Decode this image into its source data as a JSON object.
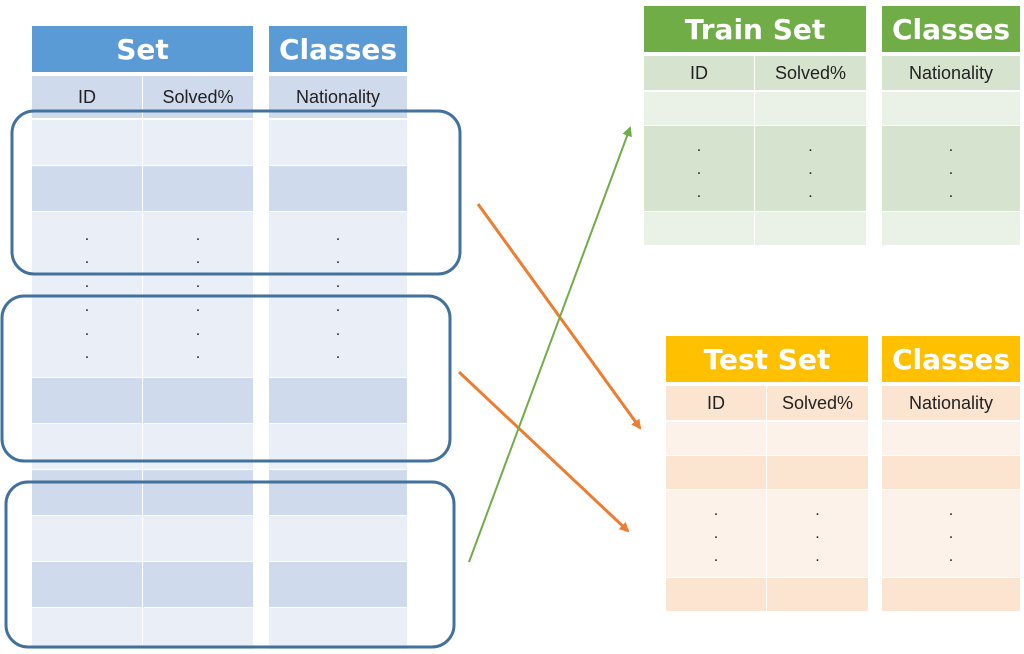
{
  "set_table": {
    "header": "Set",
    "columns": [
      "ID",
      "Solved%"
    ],
    "colors": {
      "header": "#5b9bd5",
      "subheader": "#cfdaed",
      "row_dark": "#cfdaed",
      "row_light": "#e9eef7"
    }
  },
  "set_classes": {
    "header": "Classes",
    "columns": [
      "Nationality"
    ]
  },
  "train_table": {
    "header": "Train Set",
    "columns": [
      "ID",
      "Solved%"
    ],
    "colors": {
      "header": "#70ad47",
      "subheader": "#d5e3cf",
      "row_dark": "#d5e3cf",
      "row_light": "#eaf1e7"
    }
  },
  "train_classes": {
    "header": "Classes",
    "columns": [
      "Nationality"
    ]
  },
  "test_table": {
    "header": "Test Set",
    "columns": [
      "ID",
      "Solved%"
    ],
    "colors": {
      "header": "#ffc000",
      "subheader": "#fbe4d0",
      "row_dark": "#fbe4d0",
      "row_light": "#fdf2e9"
    }
  },
  "test_classes": {
    "header": "Classes",
    "columns": [
      "Nationality"
    ]
  },
  "ellipsis": ".",
  "colors": {
    "group_outline": "#41719c",
    "arrow_orange": "#ed7d31",
    "arrow_green": "#70ad47"
  }
}
